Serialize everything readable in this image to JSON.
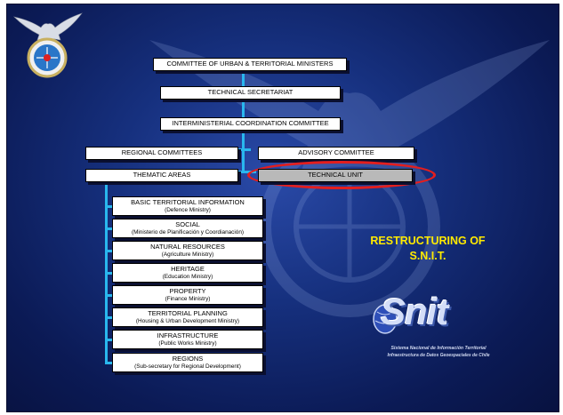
{
  "chart_data": {
    "type": "org-chart",
    "nodes": [
      {
        "id": "committee",
        "label": "COMMITTEE OF URBAN & TERRITORIAL MINISTERS"
      },
      {
        "id": "tech_sec",
        "label": "TECHNICAL SECRETARIAT"
      },
      {
        "id": "inter_coord",
        "label": "INTERMINISTERIAL COORDINATION COMMITTEE"
      },
      {
        "id": "regional",
        "label": "REGIONAL COMMITTEES"
      },
      {
        "id": "advisory",
        "label": "ADVISORY COMMITTEE"
      },
      {
        "id": "thematic",
        "label": "THEMATIC AREAS"
      },
      {
        "id": "tech_unit",
        "label": "TECHNICAL UNIT",
        "highlighted": true
      }
    ],
    "thematic_areas": [
      {
        "title": "BASIC TERRITORIAL INFORMATION",
        "subtitle": "(Defence Ministry)"
      },
      {
        "title": "SOCIAL",
        "subtitle": "(Ministerio de Planificación y Coordianación)"
      },
      {
        "title": "NATURAL RESOURCES",
        "subtitle": "(Agriculture Ministry)"
      },
      {
        "title": "HERITAGE",
        "subtitle": "(Education Ministry)"
      },
      {
        "title": "PROPERTY",
        "subtitle": "(Finance Ministry)"
      },
      {
        "title": "TERRITORIAL PLANNING",
        "subtitle": "(Housing & Urban Development Ministry)"
      },
      {
        "title": "INFRASTRUCTURE",
        "subtitle": "(Public Works Ministry)"
      },
      {
        "title": "REGIONS",
        "subtitle": "(Sub-secretary for Regional Development)"
      }
    ]
  },
  "heading": {
    "line1": "RESTRUCTURING OF",
    "line2": "S.N.I.T."
  },
  "logo": {
    "word": "Snit",
    "line1": "Sistema Nacional de Información Territorial",
    "line2": "Infraestructura de Datos Geoespaciales de Chile"
  },
  "colors": {
    "background": "#16307e",
    "connector": "#29b7ee",
    "heading": "#ffea00",
    "highlight_ring": "#e41e1e",
    "highlighted_box": "#b9b9b9"
  },
  "icons": {
    "emblem": "eagle-globe-emblem",
    "watermark": "eagle-watermark"
  }
}
